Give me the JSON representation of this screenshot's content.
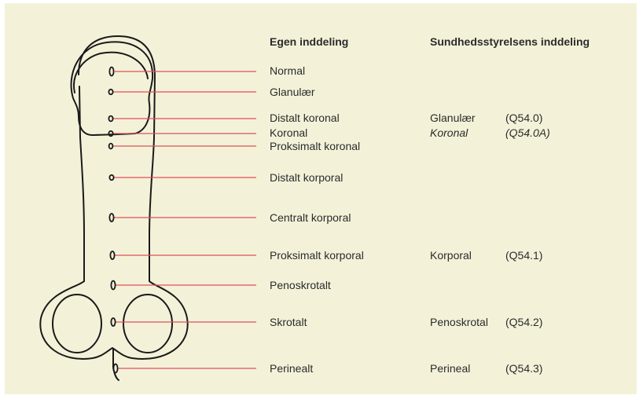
{
  "headers": {
    "own": "Egen inddeling",
    "board": "Sundhedsstyrelsens inddeling"
  },
  "own_labels": [
    "Normal",
    "Glanulær",
    "Distalt koronal",
    "Koronal",
    "Proksimalt koronal",
    "Distalt korporal",
    "Centralt korporal",
    "Proksimalt korporal",
    "Penoskrotalt",
    "Skrotalt",
    "Perinealt"
  ],
  "board_rows": [
    {
      "name": "Glanulær",
      "code": "(Q54.0)",
      "italic": false
    },
    {
      "name": "Koronal",
      "code": "(Q54.0A)",
      "italic": true
    },
    {
      "name": "Korporal",
      "code": "(Q54.1)",
      "italic": false
    },
    {
      "name": "Penoskrotal",
      "code": "(Q54.2)",
      "italic": false
    },
    {
      "name": "Perineal",
      "code": "(Q54.3)",
      "italic": false
    }
  ],
  "colors": {
    "background": "#f3f2d9",
    "leader_line": "#e0505a",
    "outline": "#1a1a1a",
    "text": "#2b2b2b"
  }
}
